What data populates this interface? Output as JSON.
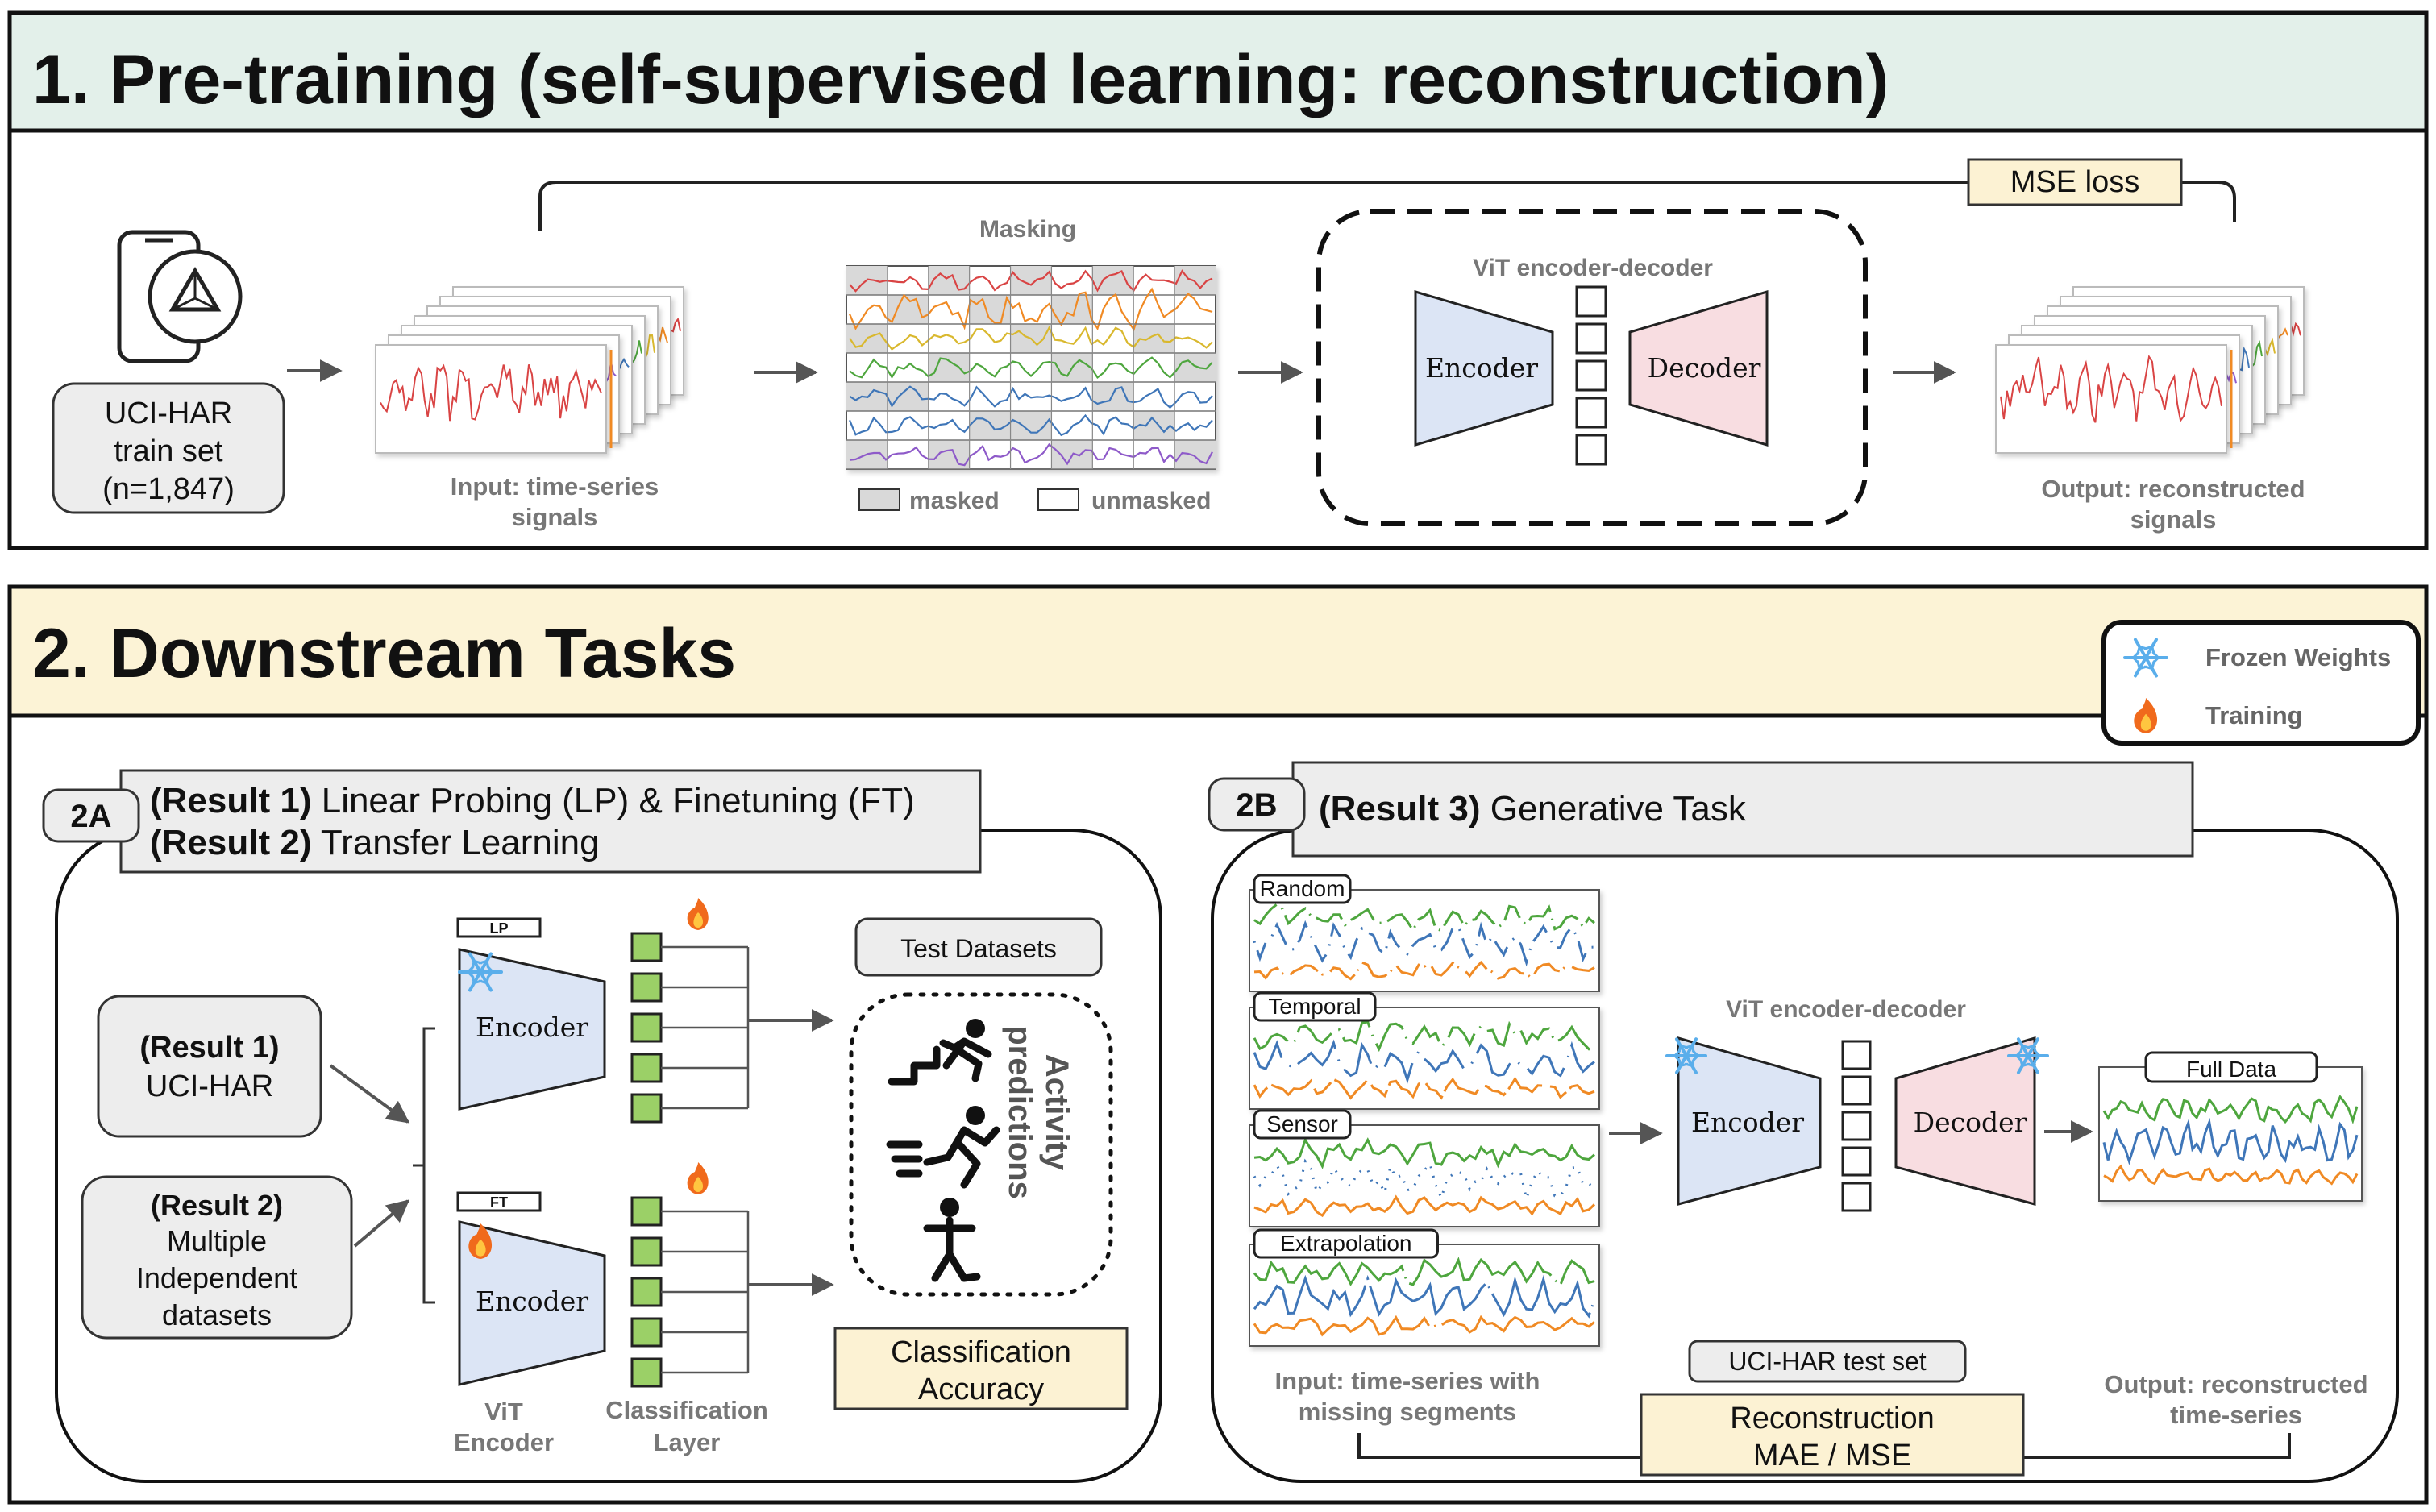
{
  "colors": {
    "section1_header_bg": "#E3F0EA",
    "section2_header_bg": "#FCF3D6",
    "encoder_fill": "#DCE5F5",
    "decoder_fill": "#F8DDE1",
    "highlight_box": "#FCF2D3",
    "grey_box": "#EDEDED",
    "green_unit": "#9BD067",
    "signal_red": "#D94444",
    "signal_orange": "#F08A24",
    "signal_yellow": "#D9B82E",
    "signal_green": "#4EA63E",
    "signal_blue": "#3F76B8",
    "signal_purple": "#8E5AC9",
    "flame": "#F06A1C",
    "snowflake": "#5AAEEB"
  },
  "section1": {
    "title": "1. Pre-training (self-supervised learning: reconstruction)",
    "phone_icon": "smartphone-recycle-icon",
    "dataset_line1": "UCI-HAR",
    "dataset_line2": "train set",
    "dataset_line3": "(n=1,847)",
    "input_caption_line1": "Input: time-series",
    "input_caption_line2": "signals",
    "masking_title": "Masking",
    "legend_masked": "masked",
    "legend_unmasked": "unmasked",
    "vit_title": "ViT encoder-decoder",
    "encoder_label": "Encoder",
    "decoder_label": "Decoder",
    "loss_label": "MSE loss",
    "output_caption_line1": "Output: reconstructed",
    "output_caption_line2": "signals"
  },
  "section2": {
    "title": "2. Downstream Tasks",
    "legend": {
      "frozen_icon": "snowflake-icon",
      "frozen_label": "Frozen Weights",
      "training_icon": "flame-icon",
      "training_label": "Training"
    },
    "panel_a": {
      "tag": "2A",
      "header_line1_bold": "(Result 1)",
      "header_line1_rest": "Linear Probing (LP) & Finetuning (FT)",
      "header_line2_bold": "(Result 2)",
      "header_line2_rest": "Transfer Learning",
      "box1_bold": "(Result 1)",
      "box1_line2": "UCI-HAR",
      "box2_bold": "(Result 2)",
      "box2_line2": "Multiple",
      "box2_line3": "Independent",
      "box2_line4": "datasets",
      "lp_tag": "LP",
      "ft_tag": "FT",
      "encoder_label": "Encoder",
      "vit_caption_line1": "ViT",
      "vit_caption_line2": "Encoder",
      "cls_caption_line1": "Classification",
      "cls_caption_line2": "Layer",
      "test_datasets": "Test Datasets",
      "activity_line1": "Activity",
      "activity_line2": "predictions",
      "accuracy_line1": "Classification",
      "accuracy_line2": "Accuracy"
    },
    "panel_b": {
      "tag": "2B",
      "header_bold": "(Result 3)",
      "header_rest": "Generative Task",
      "mask_types": [
        "Random",
        "Temporal",
        "Sensor",
        "Extrapolation"
      ],
      "input_caption_line1": "Input: time-series with",
      "input_caption_line2": "missing segments",
      "vit_title": "ViT encoder-decoder",
      "encoder_label": "Encoder",
      "decoder_label": "Decoder",
      "full_data": "Full Data",
      "test_set": "UCI-HAR test set",
      "recon_line1": "Reconstruction",
      "recon_line2": "MAE / MSE",
      "output_caption_line1": "Output: reconstructed",
      "output_caption_line2": "time-series"
    }
  }
}
